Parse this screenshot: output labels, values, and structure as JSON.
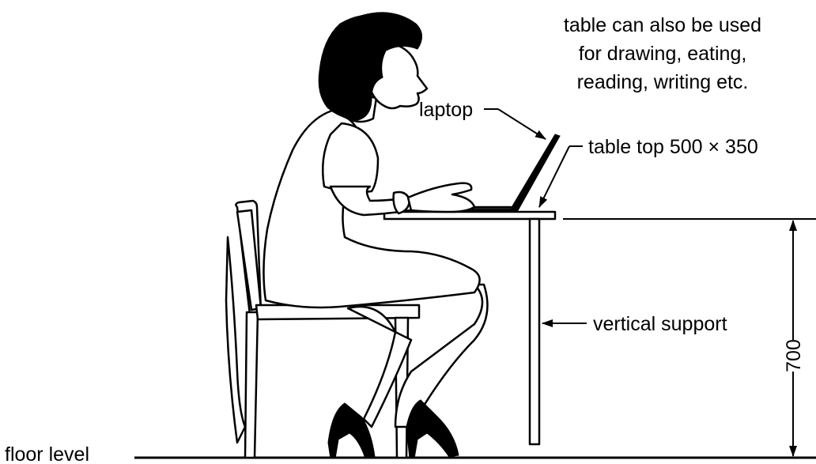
{
  "labels": {
    "note_line1": "table can also be used",
    "note_line2": "for drawing, eating,",
    "note_line3": "reading, writing etc.",
    "laptop": "laptop",
    "table_top": "table top 500 × 350",
    "vertical_support": "vertical support",
    "height_dimension": "700",
    "floor_level": "floor level"
  }
}
